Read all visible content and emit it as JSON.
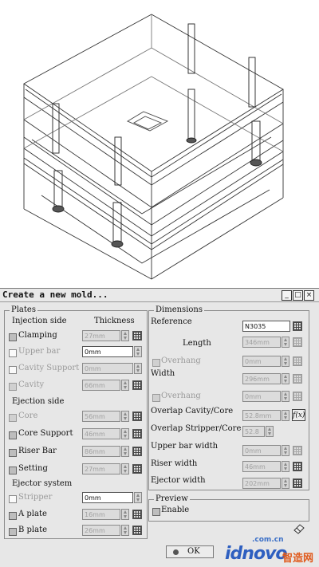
{
  "window": {
    "title": "Create a new mold...",
    "buttons": [
      "_",
      "□",
      "×"
    ]
  },
  "plates": {
    "title": "Plates",
    "injection": {
      "label": "Injection side",
      "thickness_label": "Thickness",
      "rows": [
        {
          "label": "Clamping",
          "value": "27mm"
        },
        {
          "label": "Upper bar",
          "value": "0mm"
        },
        {
          "label": "Cavity Support",
          "value": "0mm"
        },
        {
          "label": "Cavity",
          "value": "66mm"
        }
      ]
    },
    "ejection": {
      "label": "Ejection side",
      "rows": [
        {
          "label": "Core",
          "value": "56mm"
        },
        {
          "label": "Core Support",
          "value": "46mm"
        },
        {
          "label": "Riser Bar",
          "value": "86mm"
        },
        {
          "label": "Setting",
          "value": "27mm"
        }
      ]
    },
    "ejector": {
      "label": "Ejector system",
      "rows": [
        {
          "label": "Stripper",
          "value": "0mm"
        },
        {
          "label": "A plate",
          "value": "16mm"
        },
        {
          "label": "B plate",
          "value": "26mm"
        }
      ]
    }
  },
  "dimensions": {
    "title": "Dimensions",
    "reference_label": "Reference",
    "reference_value": "N3035",
    "length_label": "Length",
    "length_value": "346mm",
    "overhang_label": "Overhang",
    "overhang1_value": "0mm",
    "width_label": "Width",
    "width_value": "296mm",
    "overhang2_value": "0mm",
    "overlap_cc_label": "Overlap Cavity/Core",
    "overlap_cc_value": "52.8mm",
    "overlap_sc_label": "Overlap Stripper/Core",
    "overlap_sc_value": "52.8",
    "upper_bar_width_label": "Upper bar width",
    "upper_bar_width_value": "0mm",
    "riser_width_label": "Riser width",
    "riser_width_value": "46mm",
    "ejector_width_label": "Ejector width",
    "ejector_width_value": "202mm",
    "fx_label": "f(x)"
  },
  "preview": {
    "title": "Preview",
    "enable_label": "Enable"
  },
  "ok_label": "OK",
  "watermark": {
    "url": ".com.cn",
    "logo": "idnovo",
    "cn": "智造网"
  }
}
